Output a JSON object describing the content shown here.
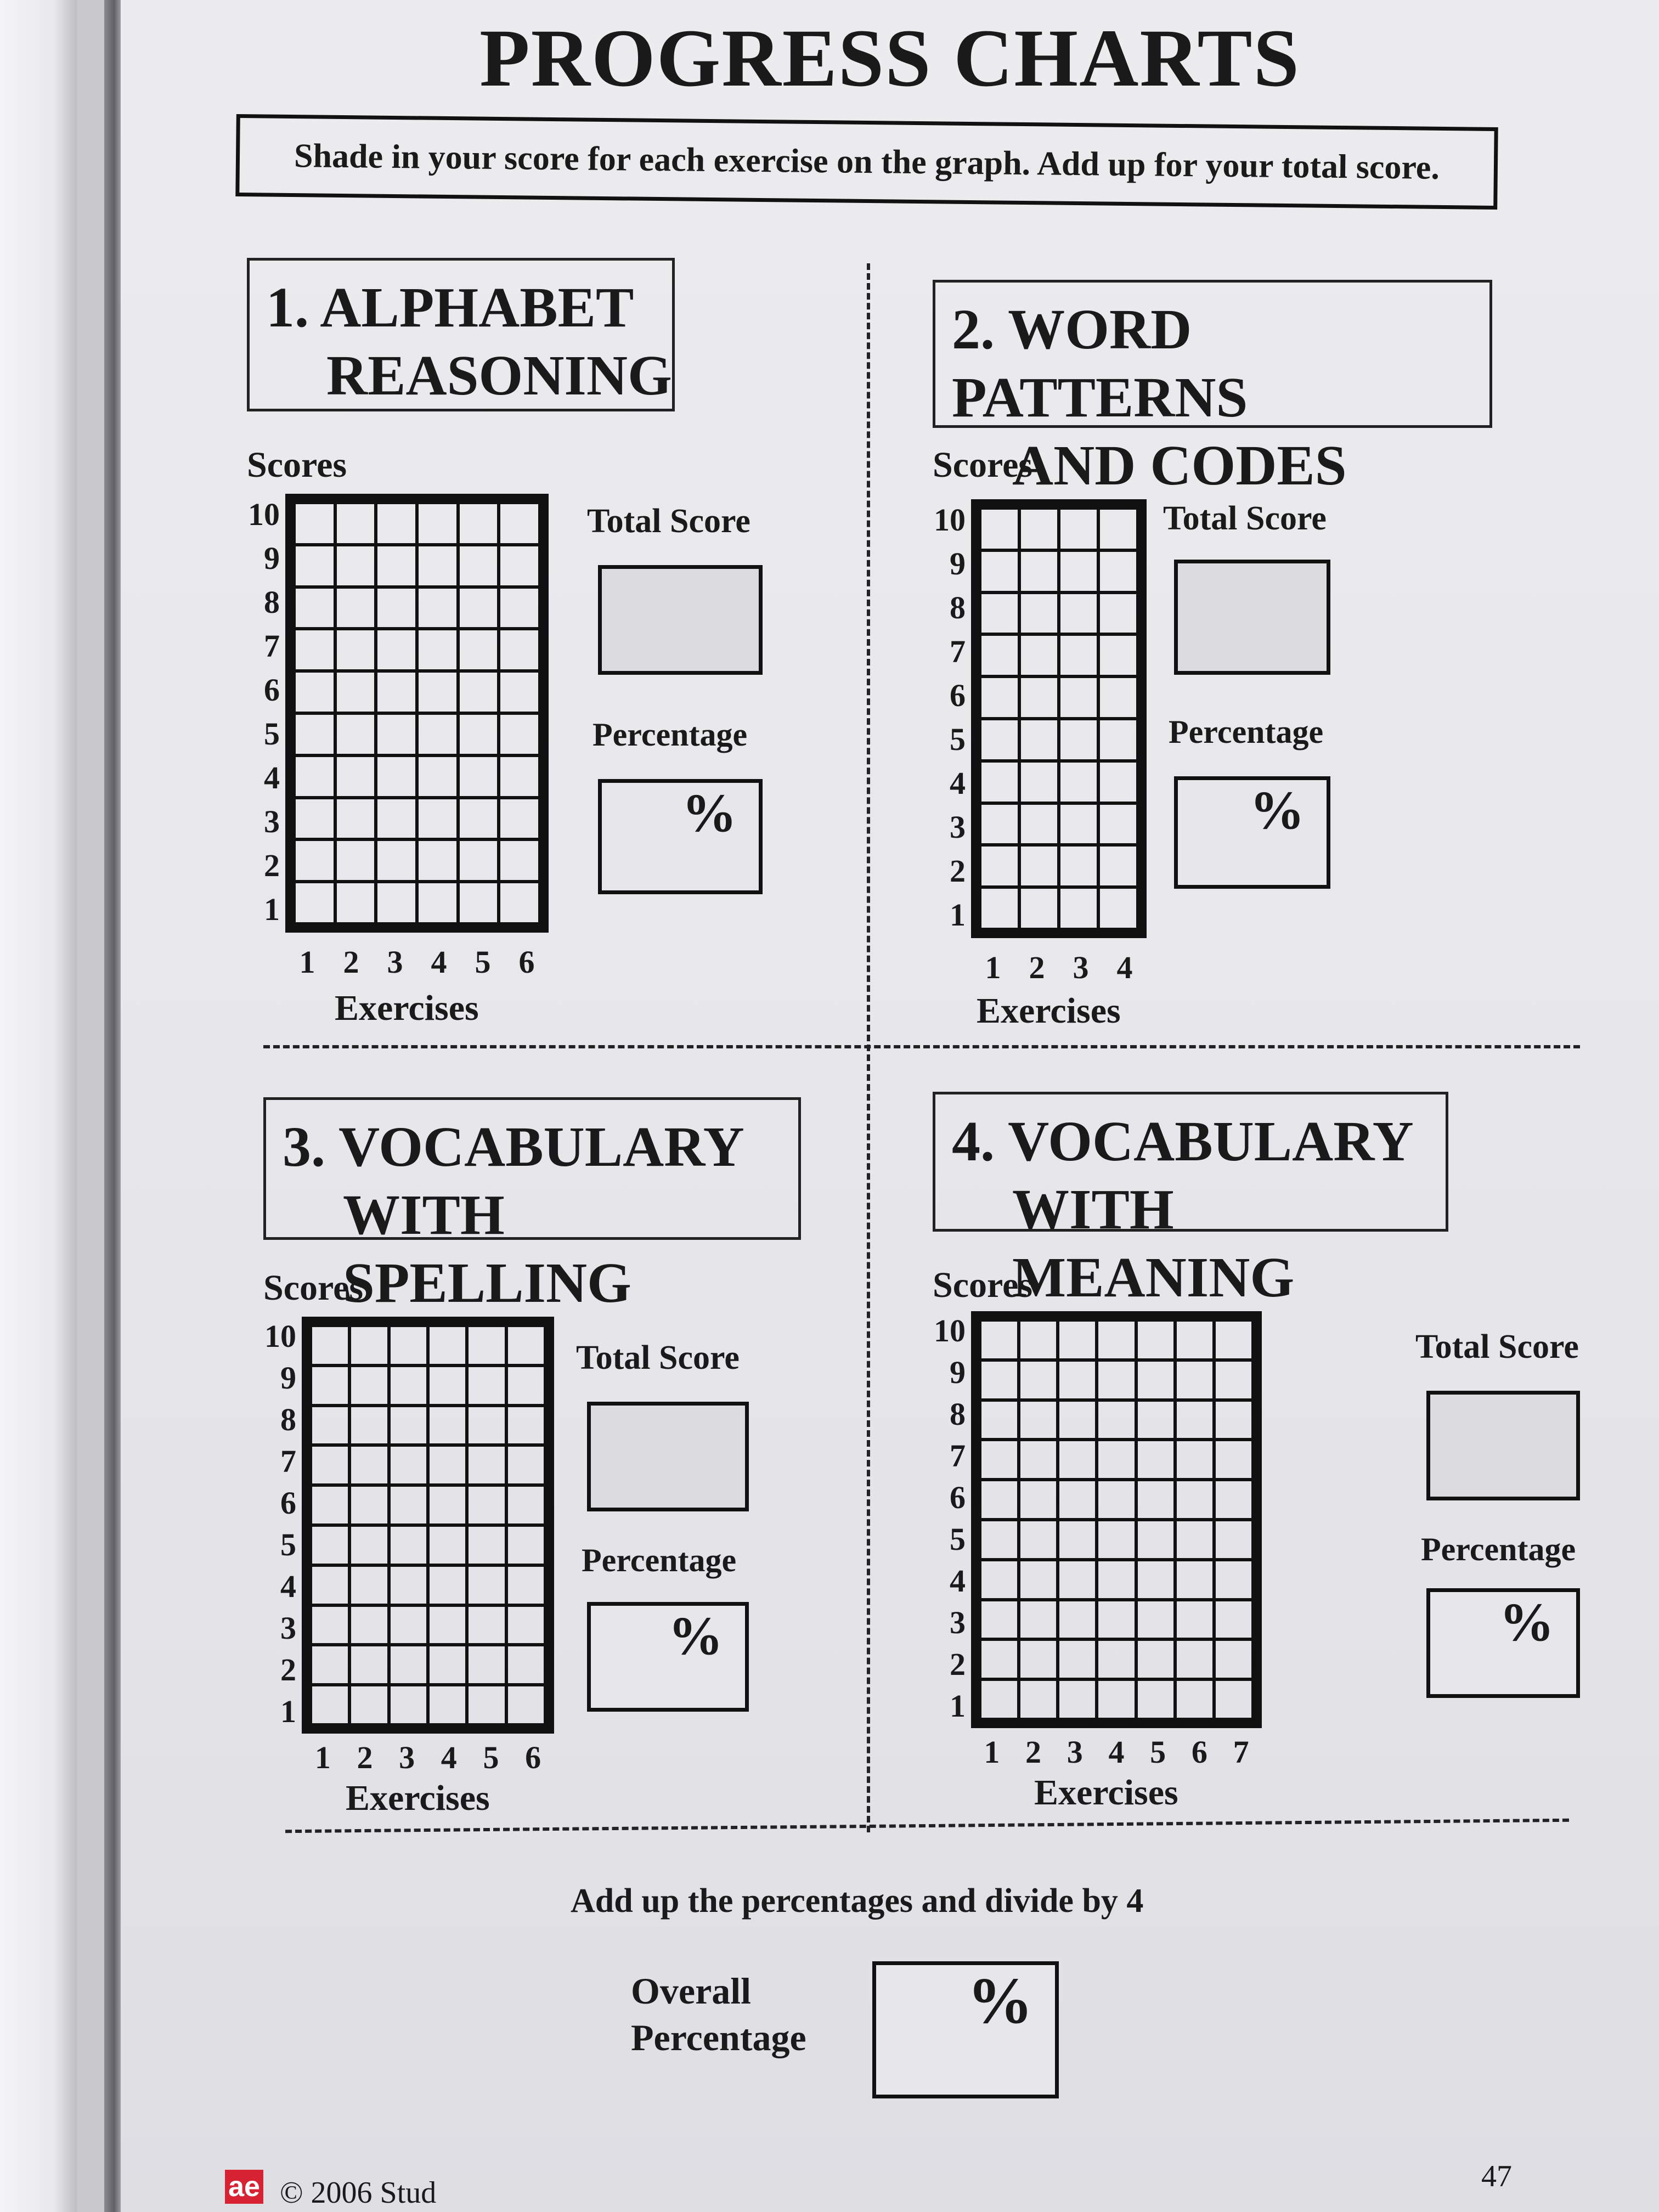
{
  "title": "PROGRESS CHARTS",
  "instruction": "Shade in your score for each exercise on the graph. Add up for your total score.",
  "sections": [
    {
      "heading_line1": "1. ALPHABET",
      "heading_line2": "REASONING",
      "scores_label": "Scores",
      "exercises_label": "Exercises",
      "total_label": "Total Score",
      "pct_label": "Percentage",
      "pct_symbol": "%",
      "exercises": 6
    },
    {
      "heading_line1": "2. WORD PATTERNS",
      "heading_line2": "AND CODES",
      "scores_label": "Scores",
      "exercises_label": "Exercises",
      "total_label": "Total Score",
      "pct_label": "Percentage",
      "pct_symbol": "%",
      "exercises": 4
    },
    {
      "heading_line1": "3. VOCABULARY",
      "heading_line2": "WITH SPELLING",
      "scores_label": "Scores",
      "exercises_label": "Exercises",
      "total_label": "Total Score",
      "pct_label": "Percentage",
      "pct_symbol": "%",
      "exercises": 6
    },
    {
      "heading_line1": "4. VOCABULARY",
      "heading_line2": "WITH MEANING",
      "scores_label": "Scores",
      "exercises_label": "Exercises",
      "total_label": "Total Score",
      "pct_label": "Percentage",
      "pct_symbol": "%",
      "exercises": 7
    }
  ],
  "score_scale": [
    "10",
    "9",
    "8",
    "7",
    "6",
    "5",
    "4",
    "3",
    "2",
    "1"
  ],
  "summary": {
    "instruction": "Add up the percentages and divide by 4",
    "overall_line1": "Overall",
    "overall_line2": "Percentage",
    "pct_symbol": "%"
  },
  "footer": {
    "logo": "ae",
    "copyright": "© 2006 Stud",
    "page_number": "47"
  },
  "colors": {
    "logo_red": "#d62232",
    "ink": "#111111",
    "paper": "#e9e9ec"
  }
}
